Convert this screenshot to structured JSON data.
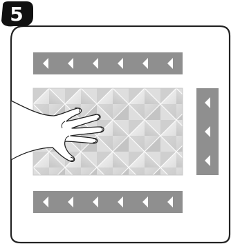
{
  "step": {
    "number": "5",
    "badge_color": "#111111",
    "number_color": "#ffffff"
  },
  "frame": {
    "border_color": "#222222",
    "background": "#ffffff"
  },
  "strips": {
    "color": "#8f8f8f",
    "arrow_color": "#ffffff",
    "arrow_symbol": "left-triangle",
    "top_arrow_count": 6,
    "bottom_arrow_count": 6,
    "side_arrow_count": 3
  },
  "panel": {
    "pattern": "diamond-quilted",
    "light_color": "#f2f2f2",
    "mid_color": "#d6d6d6",
    "dark_color": "#b4b4b4"
  },
  "hand": {
    "icon": "hand-icon",
    "fill": "#ffffff",
    "stroke": "#222222"
  }
}
